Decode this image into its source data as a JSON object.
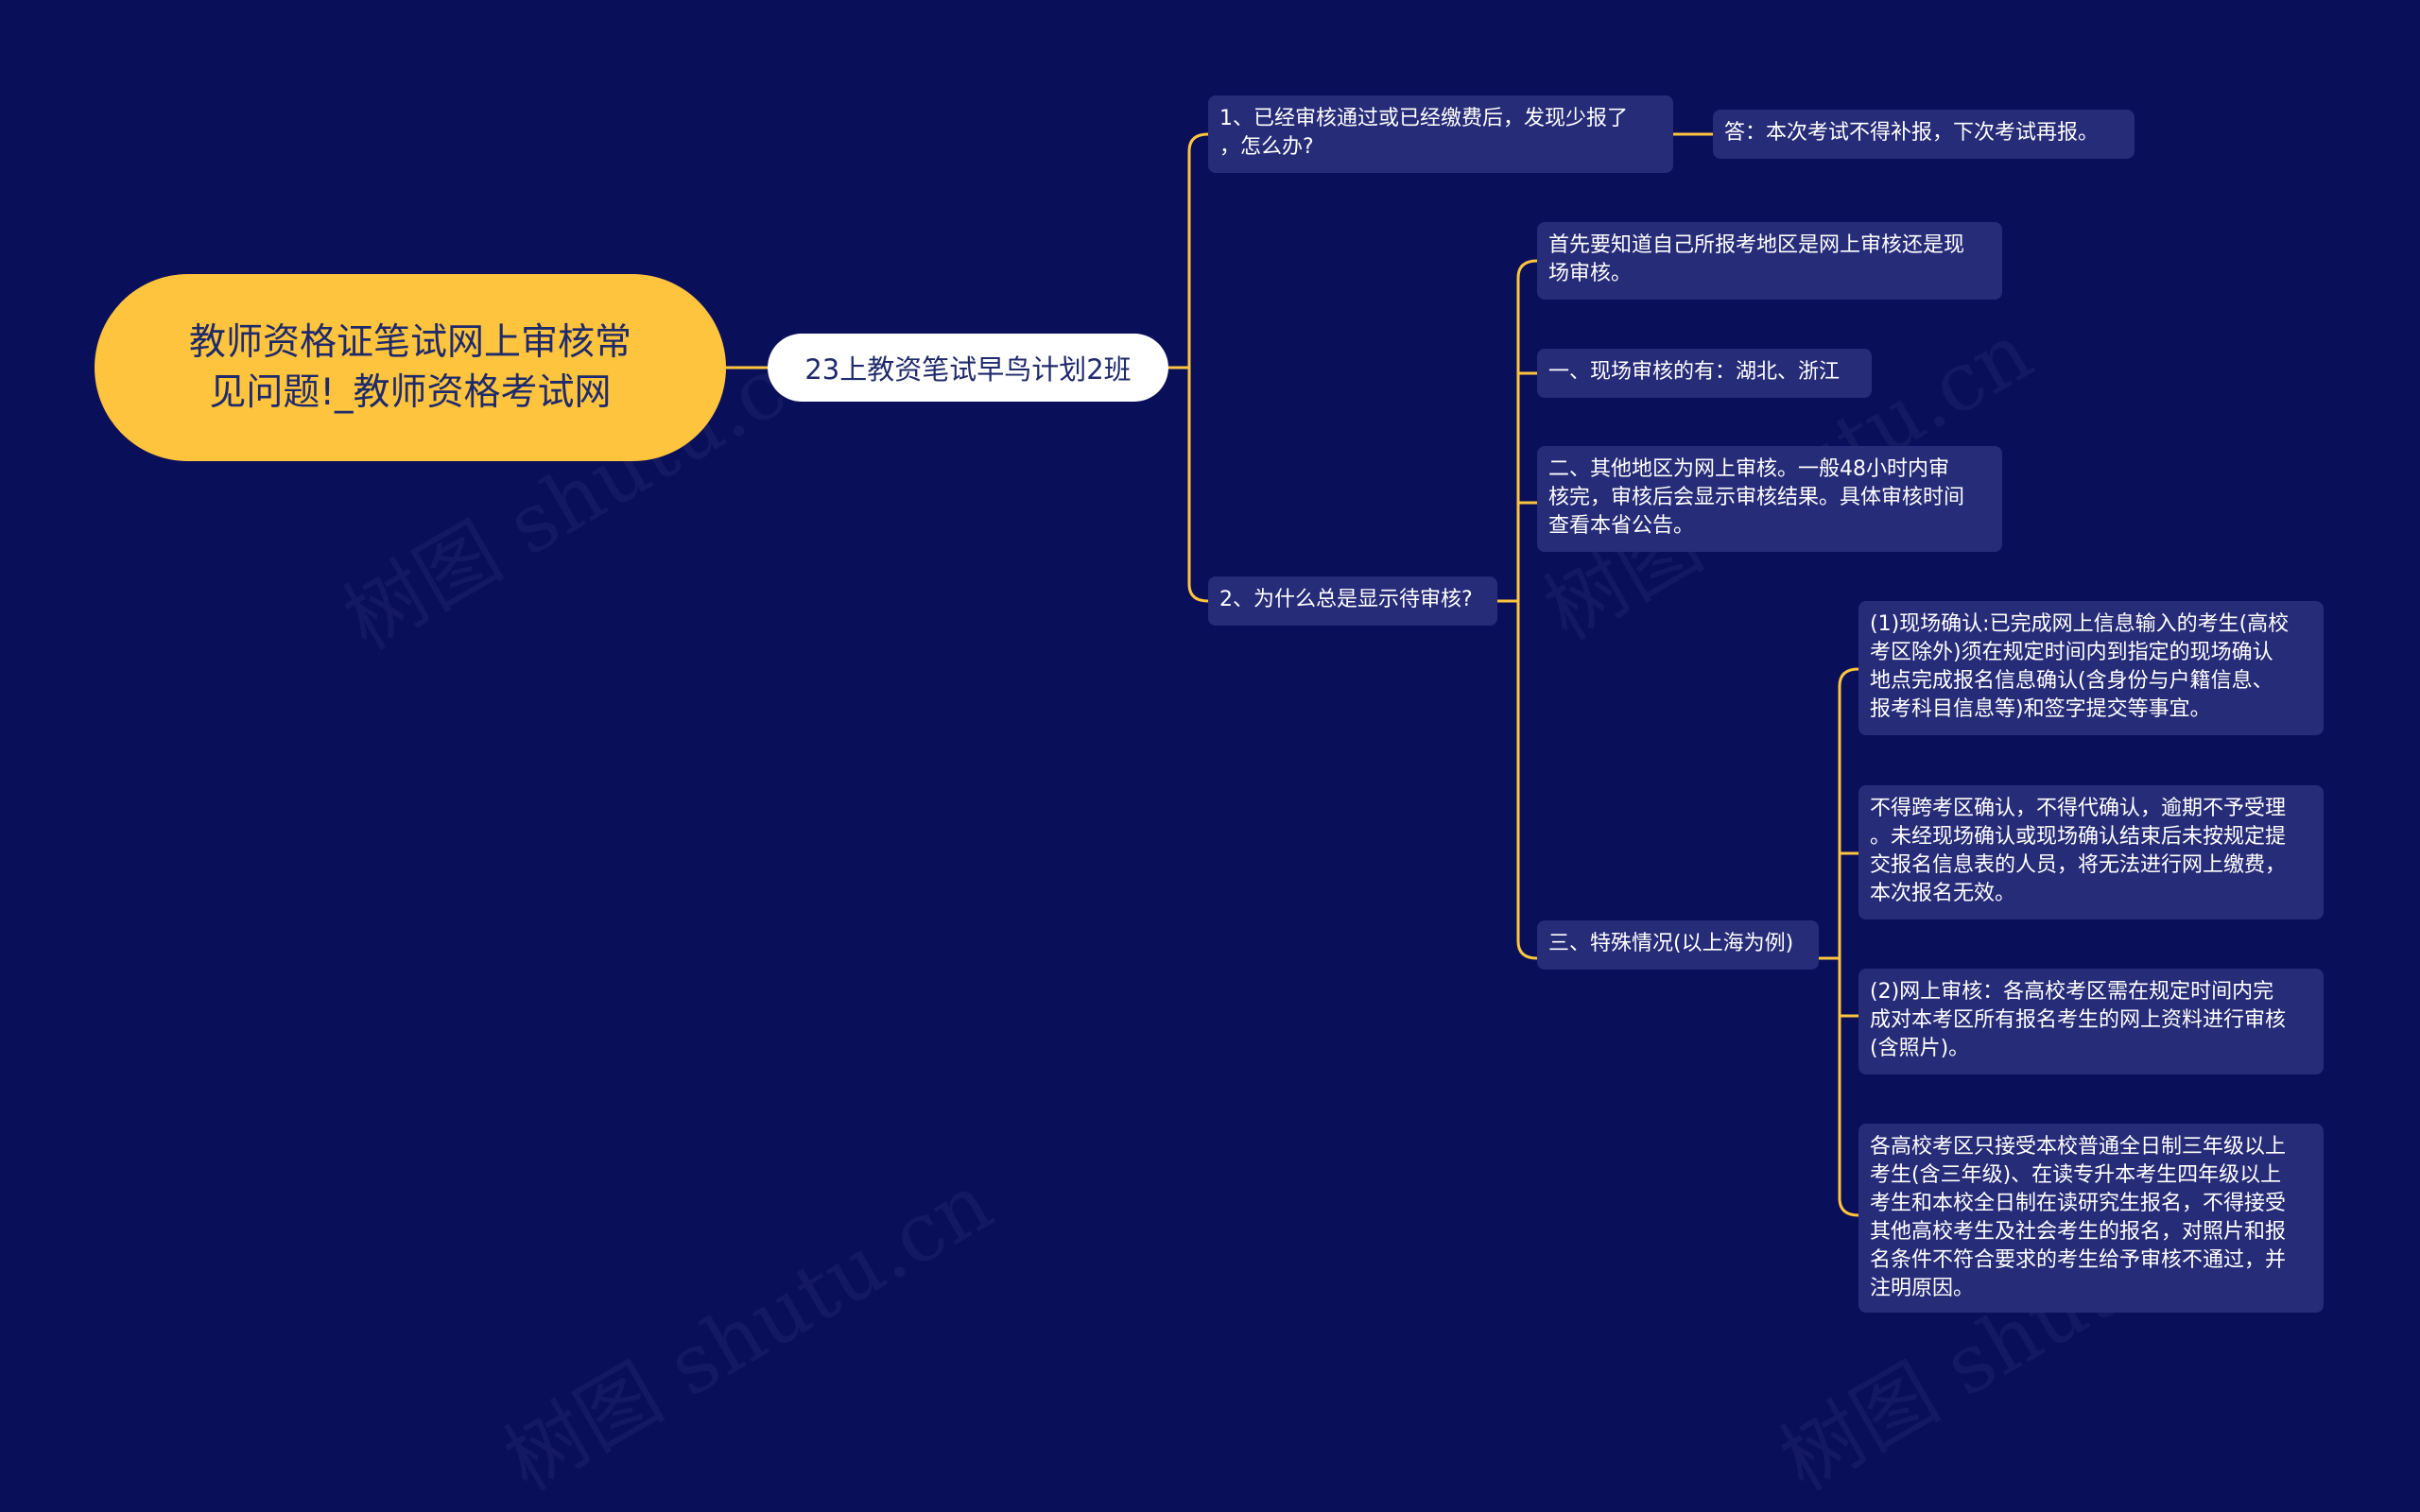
{
  "mindmap": {
    "root": {
      "text": "教师资格证笔试网上审核常见问题!_教师资格考试网"
    },
    "subtopic": {
      "text": "23上教资笔试早鸟计划2班"
    },
    "q1": {
      "text": "1、已经审核通过或已经缴费后，发现少报了\n，怎么办?",
      "answer": "答：本次考试不得补报，下次考试再报。"
    },
    "q2": {
      "text": "2、为什么总是显示待审核?",
      "intro": "首先要知道自己所报考地区是网上审核还是现\n场审核。",
      "onsite": "一、现场审核的有：湖北、浙江",
      "online": "二、其他地区为网上审核。一般48小时内审\n核完，审核后会显示审核结果。具体审核时间\n查看本省公告。",
      "special": {
        "text": "三、特殊情况(以上海为例)",
        "details": [
          "(1)现场确认:已完成网上信息输入的考生(高校\n考区除外)须在规定时间内到指定的现场确认\n地点完成报名信息确认(含身份与户籍信息、\n报考科目信息等)和签字提交等事宜。",
          "不得跨考区确认，不得代确认，逾期不予受理\n。未经现场确认或现场确认结束后未按规定提\n交报名信息表的人员，将无法进行网上缴费，\n本次报名无效。",
          "(2)网上审核：各高校考区需在规定时间内完\n成对本考区所有报名考生的网上资料进行审核\n(含照片)。",
          "各高校考区只接受本校普通全日制三年级以上\n考生(含三年级)、在读专升本考生四年级以上\n考生和本校全日制在读研究生报名，不得接受\n其他高校考生及社会考生的报名，对照片和报\n名条件不符合要求的考生给予审核不通过，并\n注明原因。"
        ]
      }
    },
    "watermark": "树图 shutu.cn"
  },
  "colors": {
    "background": "#0a0f5a",
    "root_fill": "#fec43d",
    "subtopic_fill": "#ffffff",
    "box_fill": "#272c78",
    "connector": "#fec43d"
  }
}
